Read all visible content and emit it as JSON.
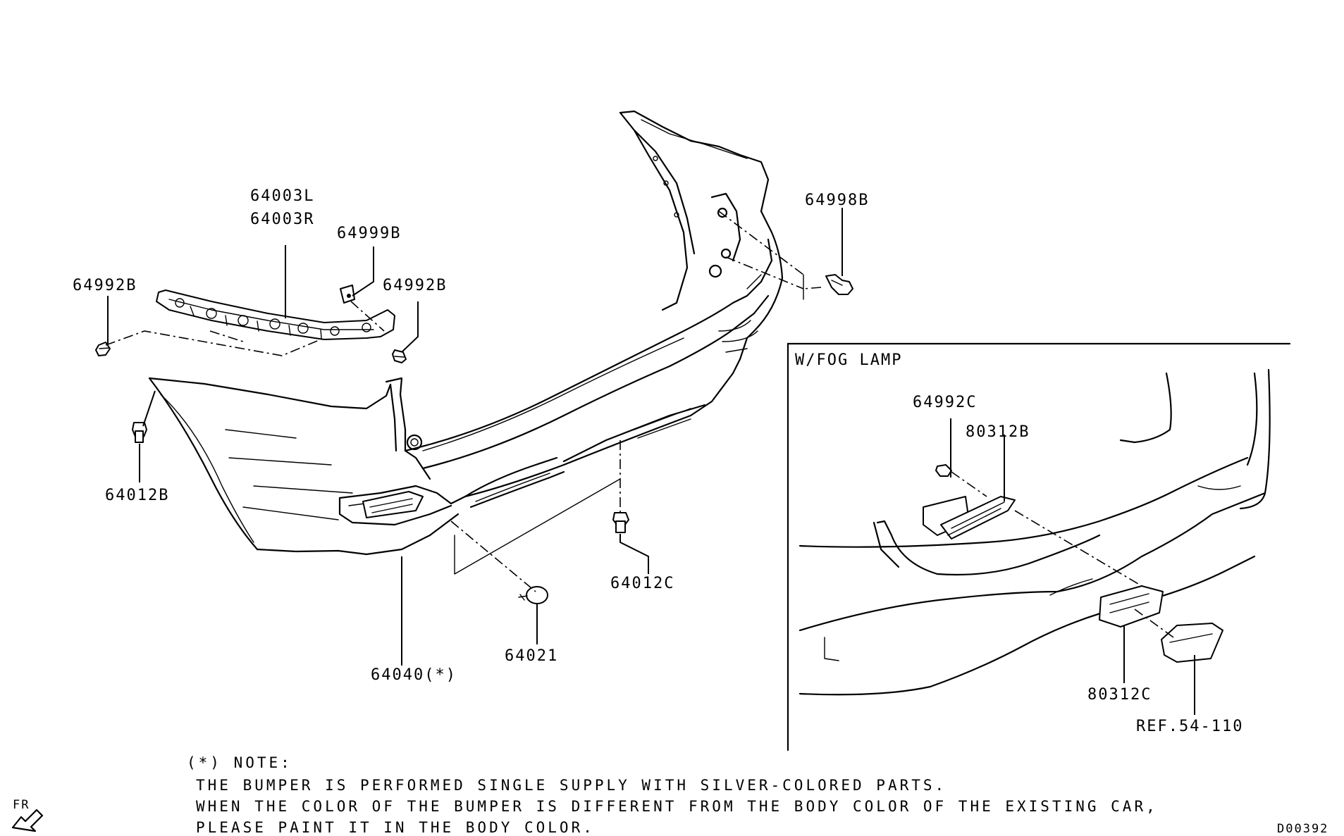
{
  "parts": {
    "p64003L": "64003L",
    "p64003R": "64003R",
    "p64999B": "64999B",
    "p64992B_left": "64992B",
    "p64992B_right": "64992B",
    "p64998B": "64998B",
    "p64012B": "64012B",
    "p64040": "64040(*)",
    "p64021": "64021",
    "p64012C": "64012C"
  },
  "inset": {
    "title": "W/FOG LAMP",
    "p64992C": "64992C",
    "p80312B": "80312B",
    "p80312C": "80312C",
    "ref": "REF.54-110"
  },
  "note": {
    "heading": "(*) NOTE:",
    "line1": "THE BUMPER IS PERFORMED SINGLE SUPPLY WITH SILVER-COLORED PARTS.",
    "line2": "WHEN THE COLOR OF THE BUMPER IS DIFFERENT FROM THE BODY COLOR OF THE EXISTING CAR,",
    "line3": "PLEASE PAINT IT IN THE BODY COLOR."
  },
  "orientation": "FR",
  "drawing_code": "D00392"
}
